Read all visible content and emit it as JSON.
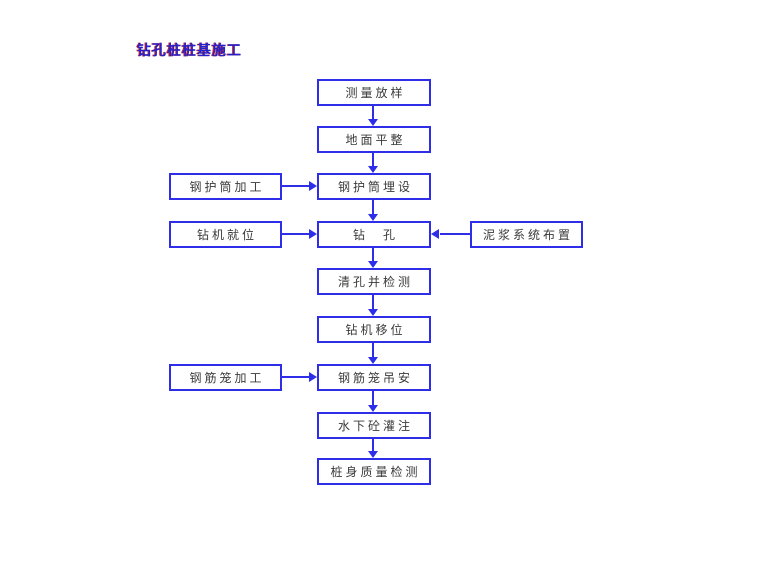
{
  "title": "钻孔桩桩基施工",
  "colors": {
    "line": "#2e2ee8",
    "box_text": "#3a3a3a",
    "title_main": "#2222cc",
    "title_shadow": "#cc2222"
  },
  "flow": {
    "main": [
      {
        "id": "survey-layout",
        "label": "测量放样"
      },
      {
        "id": "ground-leveling",
        "label": "地面平整"
      },
      {
        "id": "casing-embedding",
        "label": "钢护筒埋设"
      },
      {
        "id": "drilling",
        "label": "钻　孔"
      },
      {
        "id": "hole-clean-inspect",
        "label": "清孔并检测"
      },
      {
        "id": "rig-relocation",
        "label": "钻机移位"
      },
      {
        "id": "cage-hoisting",
        "label": "钢筋笼吊安"
      },
      {
        "id": "underwater-concrete",
        "label": "水下砼灌注"
      },
      {
        "id": "pile-quality-test",
        "label": "桩身质量检测"
      }
    ],
    "side": [
      {
        "id": "casing-fabrication",
        "label": "钢护筒加工",
        "attaches_to": "casing-embedding",
        "side": "left"
      },
      {
        "id": "rig-positioning",
        "label": "钻机就位",
        "attaches_to": "drilling",
        "side": "left"
      },
      {
        "id": "mud-system-setup",
        "label": "泥浆系统布置",
        "attaches_to": "drilling",
        "side": "right"
      },
      {
        "id": "cage-fabrication",
        "label": "钢筋笼加工",
        "attaches_to": "cage-hoisting",
        "side": "left"
      }
    ]
  }
}
